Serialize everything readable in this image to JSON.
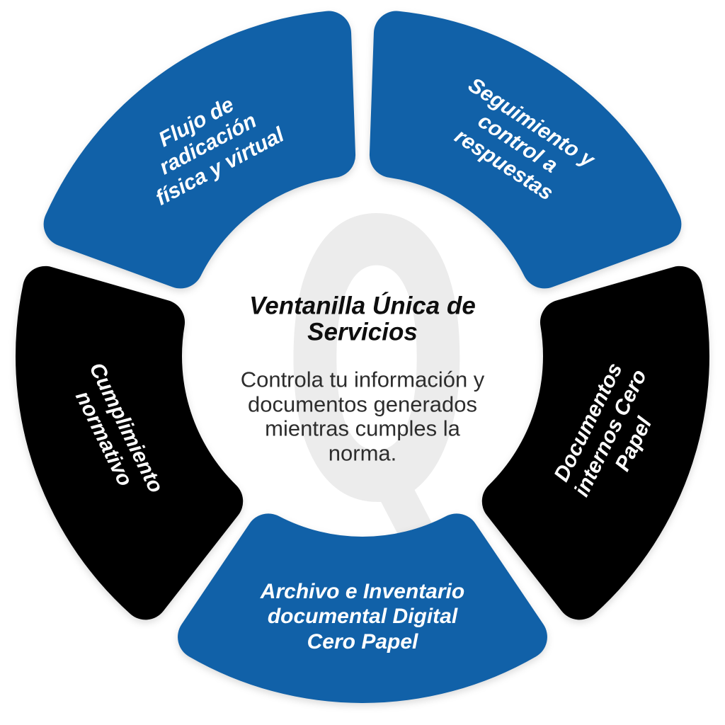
{
  "page": {
    "background": "#FFFFFF"
  },
  "diagram": {
    "type": "circular-process-ring-5-segments",
    "colors": {
      "primary_blue": "#1161A8",
      "black": "#000000",
      "watermark_gray": "#ECECEC",
      "title_text": "#0E0E0E",
      "body_text": "#2D2D2D",
      "label_text": "#FFFFFF"
    },
    "watermark_letter": "Q",
    "center": {
      "title": "Ventanilla Única de Servicios",
      "title_lines": [
        "Ventanilla Única de",
        "Servicios"
      ],
      "description": "Controla tu información y documentos generados mientras cumples la norma.",
      "description_lines": [
        "Controla tu información y",
        "documentos generados",
        "mientras cumples la",
        "norma."
      ]
    },
    "segments": [
      {
        "id": "flujo-radicacion",
        "label": "Flujo de radicación física y virtual",
        "lines": [
          "Flujo de",
          "radicación",
          "física y virtual"
        ],
        "color": "#1161A8",
        "angle_center": 126
      },
      {
        "id": "seguimiento-control",
        "label": "Seguimiento y control a respuestas",
        "lines": [
          "Seguimiento y",
          "control a",
          "respuestas"
        ],
        "color": "#1161A8",
        "angle_center": 54
      },
      {
        "id": "documentos-internos",
        "label": "Documentos internos Cero Papel",
        "lines": [
          "Documentos",
          "internos Cero",
          "Papel"
        ],
        "color": "#000000",
        "angle_center": 342
      },
      {
        "id": "archivo-inventario",
        "label": "Archivo e Inventario documental Digital Cero Papel",
        "lines": [
          "Archivo e Inventario",
          "documental Digital",
          "Cero Papel"
        ],
        "color": "#1161A8",
        "angle_center": 270
      },
      {
        "id": "cumplimiento-normativo",
        "label": "Cumplimiento normativo",
        "lines": [
          "Cumplimiento",
          "normativo"
        ],
        "color": "#000000",
        "angle_center": 198
      }
    ]
  }
}
